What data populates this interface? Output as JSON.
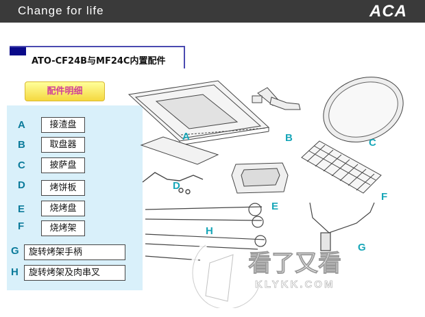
{
  "header": {
    "tagline": "Change for life",
    "logo": "ACA"
  },
  "slide": {
    "title": "ATO-CF24B与MF24C内置配件",
    "legend_button": "配件明细"
  },
  "parts": [
    {
      "letter": "A",
      "name": "接渣盘"
    },
    {
      "letter": "B",
      "name": "取盘器"
    },
    {
      "letter": "C",
      "name": "披萨盘"
    },
    {
      "letter": "D",
      "name": "烤饼板"
    },
    {
      "letter": "E",
      "name": "烧烤盘"
    },
    {
      "letter": "F",
      "name": "烧烤架"
    },
    {
      "letter": "G",
      "name": "旋转烤架手柄"
    },
    {
      "letter": "H",
      "name": "旋转烤架及肉串叉"
    }
  ],
  "diagram_labels": {
    "A": "A",
    "B": "B",
    "C": "C",
    "D": "D",
    "E": "E",
    "F": "F",
    "G": "G",
    "H": "H"
  },
  "watermark": {
    "text": "看了又看",
    "url": "KLYKK.COM"
  },
  "colors": {
    "header_bg": "#3a3a3a",
    "panel_bg": "#d9f0fa",
    "letter": "#0a7a9a",
    "diagram_letter": "#17a6b8",
    "legend_text": "#d04098"
  }
}
